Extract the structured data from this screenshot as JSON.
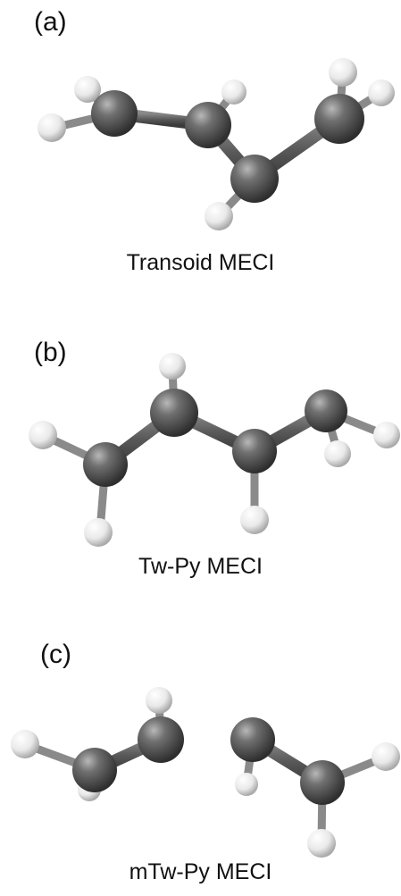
{
  "panels": [
    {
      "label": "(a)",
      "caption": "Transoid MECI"
    },
    {
      "label": "(b)",
      "caption": "Tw-Py MECI"
    },
    {
      "label": "(c)",
      "caption": "mTw-Py MECI"
    }
  ],
  "colors": {
    "carbon": "#5a5a5a",
    "hydrogen": "#f2f2f2",
    "bond": "#5e5e5e",
    "text": "#111111"
  }
}
